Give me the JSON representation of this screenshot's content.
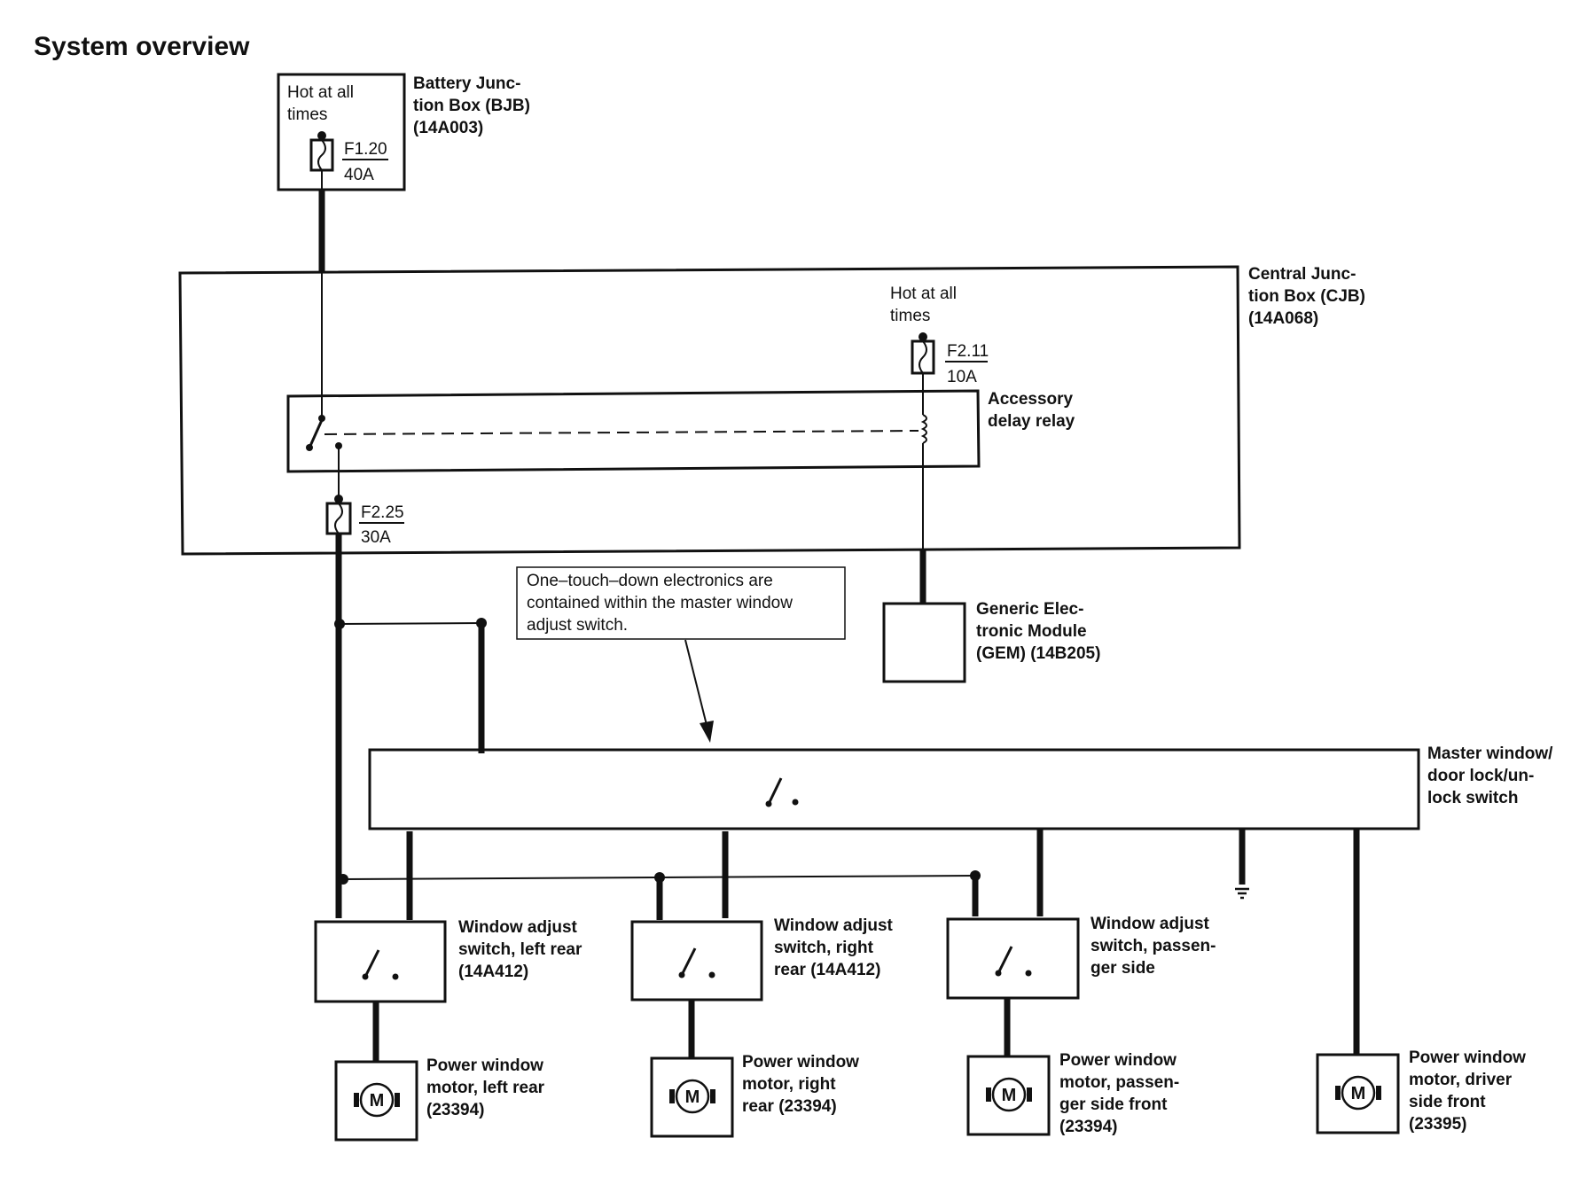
{
  "title": "System overview",
  "bjb": {
    "hot": [
      "Hot at all",
      "times"
    ],
    "fuse_id": "F1.20",
    "fuse_rating": "40A",
    "label": [
      "Battery Junc-",
      "tion Box (BJB)",
      "(14A003)"
    ]
  },
  "cjb": {
    "label": [
      "Central Junc-",
      "tion Box (CJB)",
      "(14A068)"
    ],
    "hot": [
      "Hot at all",
      "times"
    ],
    "fuse_a_id": "F2.11",
    "fuse_a_rating": "10A",
    "fuse_b_id": "F2.25",
    "fuse_b_rating": "30A"
  },
  "relay": {
    "label": [
      "Accessory",
      "delay relay"
    ]
  },
  "note": [
    "One–touch–down electronics are",
    "contained within the master window",
    "adjust switch."
  ],
  "gem": {
    "label": [
      "Generic Elec-",
      "tronic Module",
      "(GEM) (14B205)"
    ]
  },
  "master": {
    "label": [
      "Master window/",
      "door lock/un-",
      "lock switch"
    ]
  },
  "switches": [
    {
      "label": [
        "Window adjust",
        "switch, left rear",
        "(14A412)"
      ]
    },
    {
      "label": [
        "Window adjust",
        "switch, right",
        "rear (14A412)"
      ]
    },
    {
      "label": [
        "Window adjust",
        "switch, passen-",
        "ger side"
      ]
    }
  ],
  "motors": [
    {
      "symbol": "M",
      "label": [
        "Power window",
        "motor, left rear",
        "(23394)"
      ]
    },
    {
      "symbol": "M",
      "label": [
        "Power window",
        "motor, right",
        "rear (23394)"
      ]
    },
    {
      "symbol": "M",
      "label": [
        "Power window",
        "motor, passen-",
        "ger side front",
        "(23394)"
      ]
    },
    {
      "symbol": "M",
      "label": [
        "Power window",
        "motor, driver",
        "side front",
        "(23395)"
      ]
    }
  ]
}
